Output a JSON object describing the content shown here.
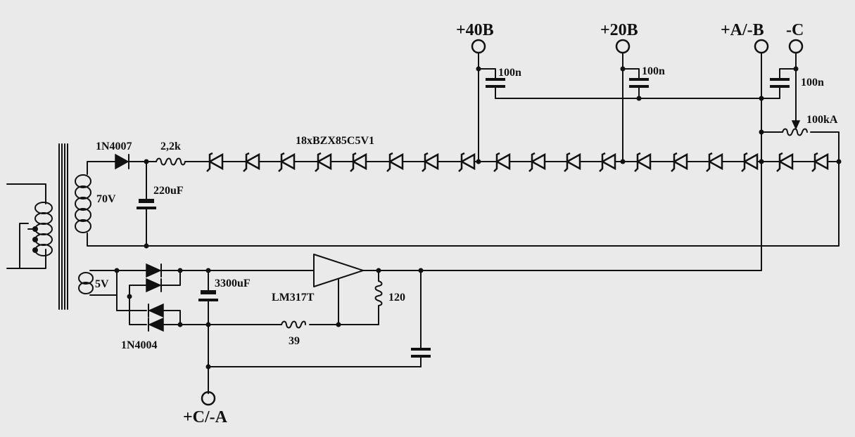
{
  "labels": {
    "diode_rect": "1N4007",
    "r_in": "2,2k",
    "zener_chain": "18xBZX85C5V1",
    "c_main": "220uF",
    "secondary_hv": "70V",
    "secondary_lv": "5V",
    "bridge": "1N4004",
    "c_reg": "3300uF",
    "regulator": "LM317T",
    "r_120": "120",
    "r_39": "39",
    "c_40": "100n",
    "c_20": "100n",
    "c_c": "100n",
    "pot": "100kA"
  },
  "terminals": {
    "t40": "+40B",
    "t20": "+20B",
    "tab": "+A/-B",
    "tc": "-C",
    "tca": "+C/-A"
  }
}
